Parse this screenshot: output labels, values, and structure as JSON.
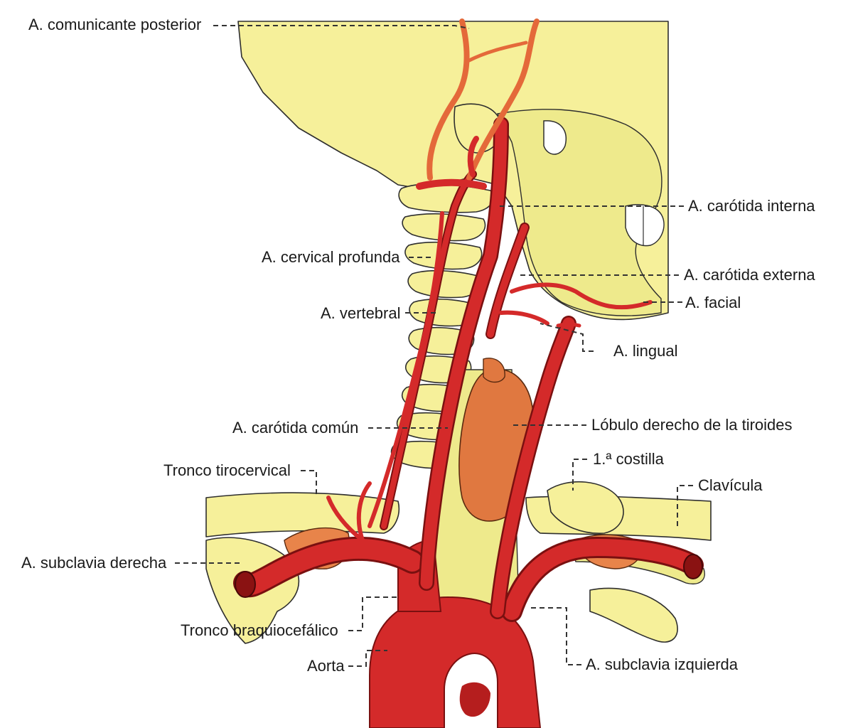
{
  "labels": {
    "comunicante_posterior": "A. comunicante posterior",
    "carotida_interna": "A. carótida interna",
    "cervical_profunda": "A. cervical profunda",
    "carotida_externa": "A. carótida externa",
    "vertebral": "A. vertebral",
    "facial": "A. facial",
    "lingual": "A. lingual",
    "carotida_comun": "A. carótida común",
    "lobulo_tiroides": "Lóbulo derecho de la tiroides",
    "primera_costilla": "1.ª costilla",
    "tronco_tirocervical": "Tronco tirocervical",
    "clavicula": "Clavícula",
    "subclavia_derecha": "A. subclavia derecha",
    "tronco_braquiocefalico": "Tronco braquiocefálico",
    "subclavia_izquierda": "A. subclavia izquierda",
    "aorta": "Aorta"
  },
  "colors": {
    "artery": "#d42a2a",
    "artery_dark": "#7a1010",
    "bone": "#f6f09a",
    "thyroid": "#e07840",
    "leader": "#333333"
  }
}
